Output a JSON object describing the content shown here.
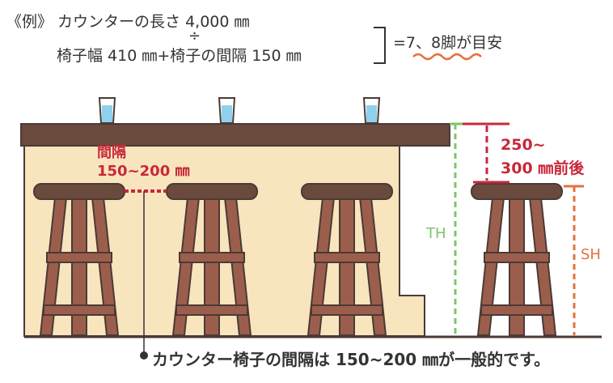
{
  "formula": {
    "line1": "《例》 カウンターの長さ 4,000 ㎜",
    "divide": "÷",
    "line2": "椅子幅 410 ㎜+椅子の間隔 150 ㎜",
    "result": "=7、8脚が目安"
  },
  "labels": {
    "gap_title": "間隔",
    "gap_range": "150~200 ㎜",
    "height_diff": "250~",
    "height_diff_2": "300 ㎜前後",
    "th": "TH",
    "sh": "SH",
    "caption": "カウンター椅子の間隔は 150~200 ㎜が一般的です。"
  },
  "colors": {
    "wood_dark": "#6b4a3e",
    "wood_leg": "#9c5e4c",
    "counter_body": "#f8e4bd",
    "outline": "#4a3a35",
    "glass": "#8fd0ee",
    "red": "#c8283a",
    "green": "#7cc56a",
    "orange": "#e5713f"
  }
}
